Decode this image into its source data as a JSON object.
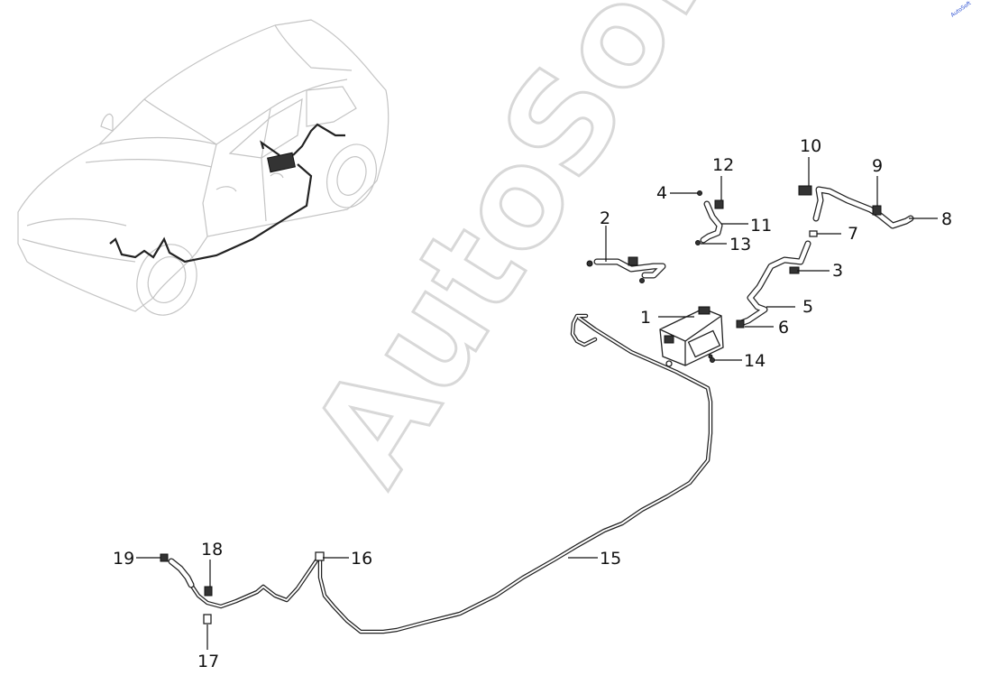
{
  "watermark": {
    "text": "AutoSoft"
  },
  "corner_mark": {
    "text": "AutoSoft"
  },
  "callouts": [
    {
      "id": "1",
      "label": "1"
    },
    {
      "id": "2",
      "label": "2"
    },
    {
      "id": "3",
      "label": "3"
    },
    {
      "id": "4",
      "label": "4"
    },
    {
      "id": "5",
      "label": "5"
    },
    {
      "id": "6",
      "label": "6"
    },
    {
      "id": "7",
      "label": "7"
    },
    {
      "id": "8",
      "label": "8"
    },
    {
      "id": "9",
      "label": "9"
    },
    {
      "id": "10",
      "label": "10"
    },
    {
      "id": "11",
      "label": "11"
    },
    {
      "id": "12",
      "label": "12"
    },
    {
      "id": "13",
      "label": "13"
    },
    {
      "id": "14",
      "label": "14"
    },
    {
      "id": "15",
      "label": "15"
    },
    {
      "id": "16",
      "label": "16"
    },
    {
      "id": "17",
      "label": "17"
    },
    {
      "id": "18",
      "label": "18"
    },
    {
      "id": "19",
      "label": "19"
    }
  ]
}
